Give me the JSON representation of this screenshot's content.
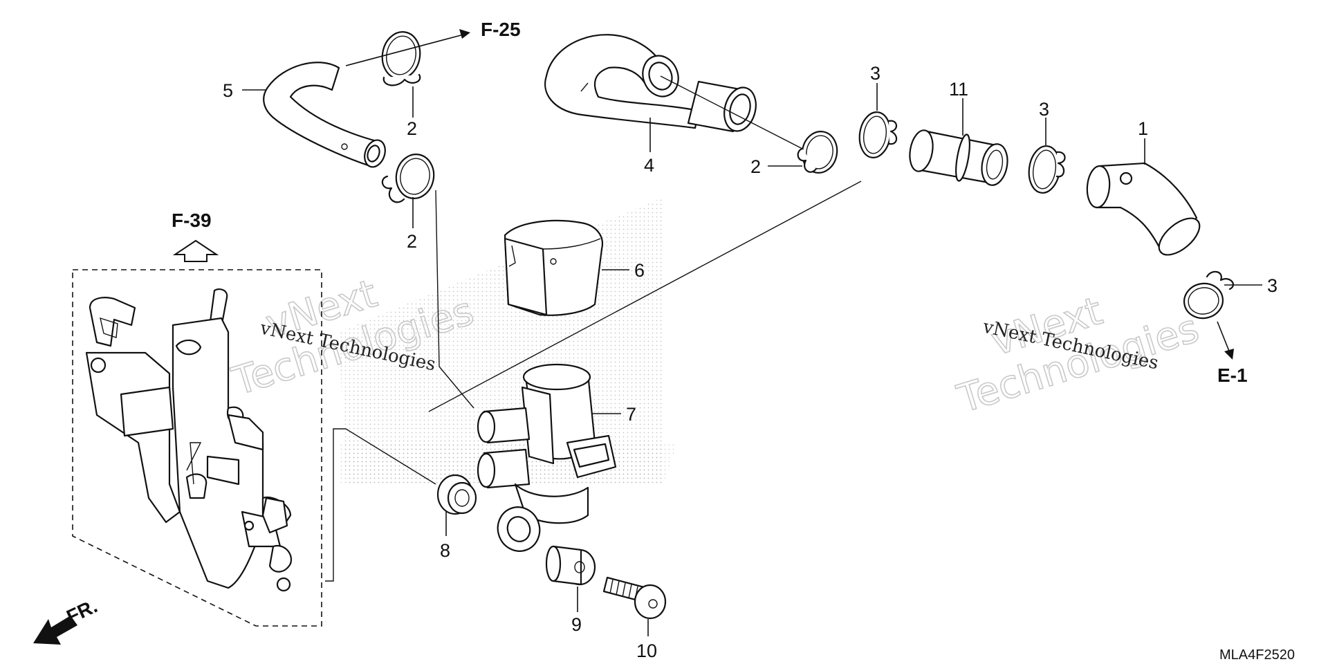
{
  "part_labels": {
    "p1": "1",
    "p2a": "2",
    "p2b": "2",
    "p2c": "2",
    "p3a": "3",
    "p3b": "3",
    "p3c": "3",
    "p4": "4",
    "p5": "5",
    "p6": "6",
    "p7": "7",
    "p8": "8",
    "p9": "9",
    "p10": "10",
    "p11": "11"
  },
  "ref_labels": {
    "f25": "F-25",
    "f39": "F-39",
    "e1": "E-1",
    "fr": "FR."
  },
  "watermark": {
    "big_line1": "vNext",
    "big_line2": "Technologies",
    "small": "vNext Technologies"
  },
  "diagram_code": "MLA4F2520"
}
